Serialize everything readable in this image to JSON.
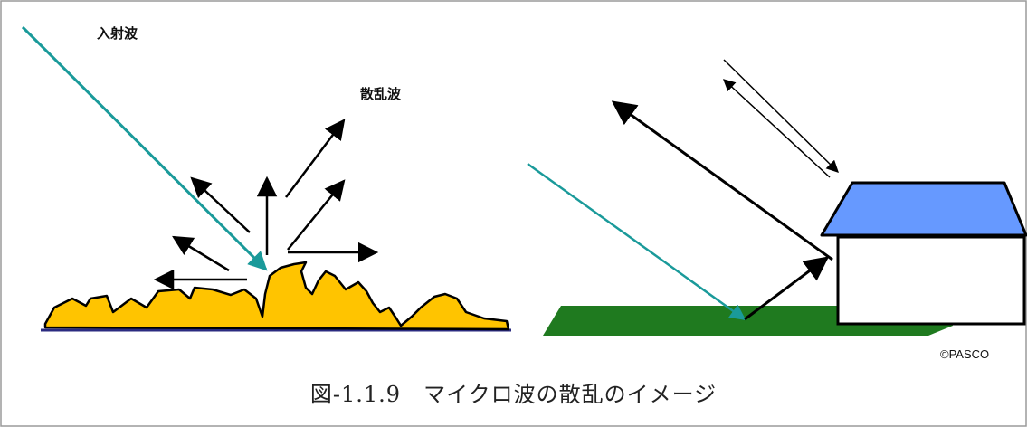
{
  "labels": {
    "incident_wave": "入射波",
    "scattered_wave": "散乱波",
    "copyright": "©PASCO"
  },
  "caption": "図-1.1.9　マイクロ波の散乱のイメージ",
  "colors": {
    "incident_ray": "#1a9a9a",
    "rough_surface_fill": "#ffc400",
    "ground_line": "#2b2b80",
    "grass": "#1f7a1f",
    "roof": "#6699ff",
    "house_wall": "#ffffff",
    "arrows": "#000000",
    "frame": "#9a9a9a"
  }
}
